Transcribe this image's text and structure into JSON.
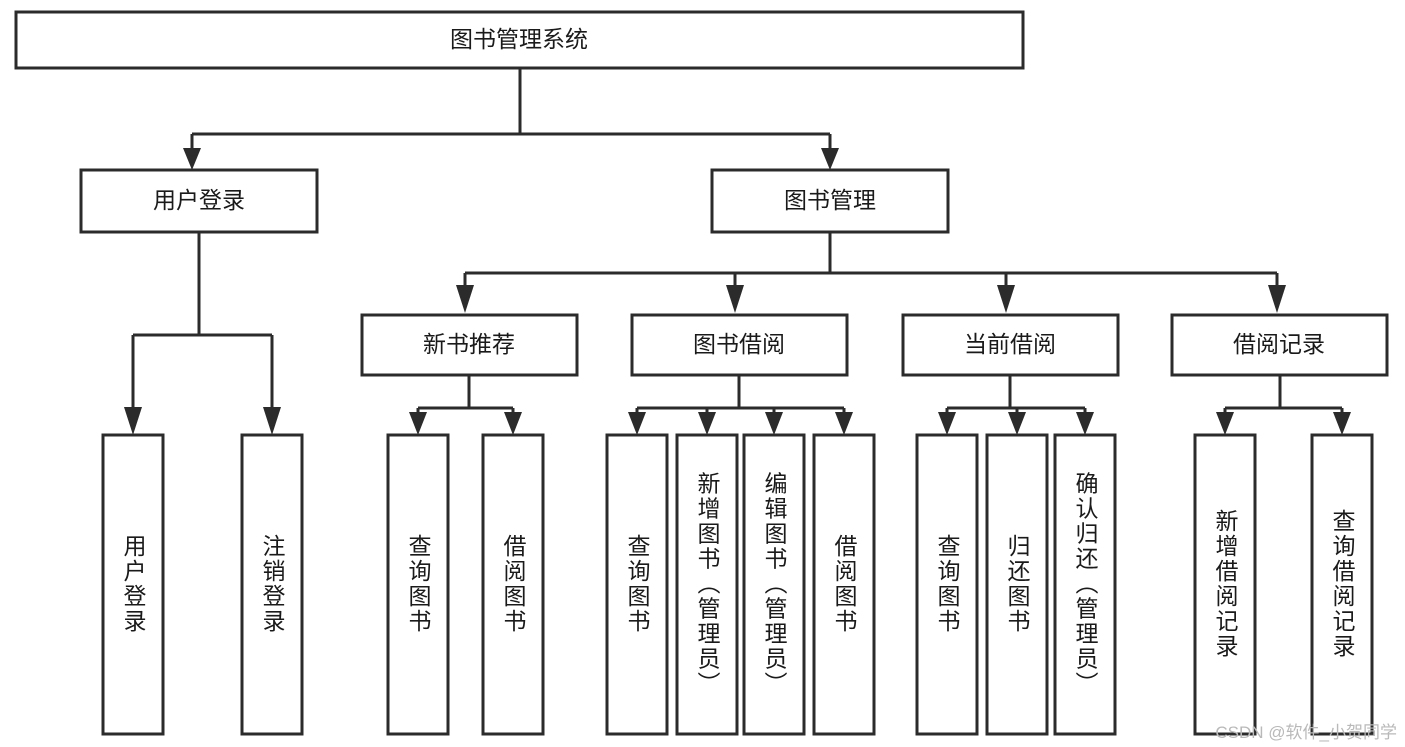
{
  "diagram": {
    "title": "图书管理系统",
    "type": "tree-hierarchy-diagram",
    "colors": {
      "box_stroke": "#2b2b2b",
      "box_fill": "#ffffff",
      "text": "#1a1a1a",
      "background": "#ffffff",
      "watermark": "#b9b9b9"
    },
    "levels": {
      "root": "图书管理系统",
      "level2": [
        "用户登录",
        "图书管理"
      ],
      "level3": [
        "新书推荐",
        "图书借阅",
        "当前借阅",
        "借阅记录"
      ]
    },
    "nodes": {
      "root": {
        "label": "图书管理系统",
        "orientation": "horizontal"
      },
      "n_user_login": {
        "label": "用户登录",
        "orientation": "horizontal"
      },
      "n_book_mgmt": {
        "label": "图书管理",
        "orientation": "horizontal"
      },
      "n_new_book_rec": {
        "label": "新书推荐",
        "orientation": "horizontal"
      },
      "n_book_borrow": {
        "label": "图书借阅",
        "orientation": "horizontal"
      },
      "n_current_borrow": {
        "label": "当前借阅",
        "orientation": "horizontal"
      },
      "n_borrow_record": {
        "label": "借阅记录",
        "orientation": "horizontal"
      },
      "leaf_user_login": {
        "label": "用户登录",
        "orientation": "vertical"
      },
      "leaf_logout": {
        "label": "注销登录",
        "orientation": "vertical"
      },
      "leaf_query_book_1": {
        "label": "查询图书",
        "orientation": "vertical"
      },
      "leaf_borrow_book_1": {
        "label": "借阅图书",
        "orientation": "vertical"
      },
      "leaf_query_book_2": {
        "label": "查询图书",
        "orientation": "vertical"
      },
      "leaf_add_book": {
        "label": "新增图书（管理员）",
        "orientation": "vertical"
      },
      "leaf_edit_book": {
        "label": "编辑图书（管理员）",
        "orientation": "vertical"
      },
      "leaf_borrow_book_2": {
        "label": "借阅图书",
        "orientation": "vertical"
      },
      "leaf_query_book_3": {
        "label": "查询图书",
        "orientation": "vertical"
      },
      "leaf_return_book": {
        "label": "归还图书",
        "orientation": "vertical"
      },
      "leaf_confirm_return": {
        "label": "确认归还（管理员）",
        "orientation": "vertical"
      },
      "leaf_add_record": {
        "label": "新增借阅记录",
        "orientation": "vertical"
      },
      "leaf_query_record": {
        "label": "查询借阅记录",
        "orientation": "vertical"
      }
    },
    "groups": {
      "user_login_children": [
        "用户登录",
        "注销登录"
      ],
      "new_book_rec_children": [
        "查询图书",
        "借阅图书"
      ],
      "book_borrow_children": [
        "查询图书",
        "新增图书（管理员）",
        "编辑图书（管理员）",
        "借阅图书"
      ],
      "current_borrow_children": [
        "查询图书",
        "归还图书",
        "确认归还（管理员）"
      ],
      "borrow_record_children": [
        "新增借阅记录",
        "查询借阅记录"
      ]
    }
  },
  "watermark": {
    "text": "CSDN @软件_小贺同学"
  }
}
